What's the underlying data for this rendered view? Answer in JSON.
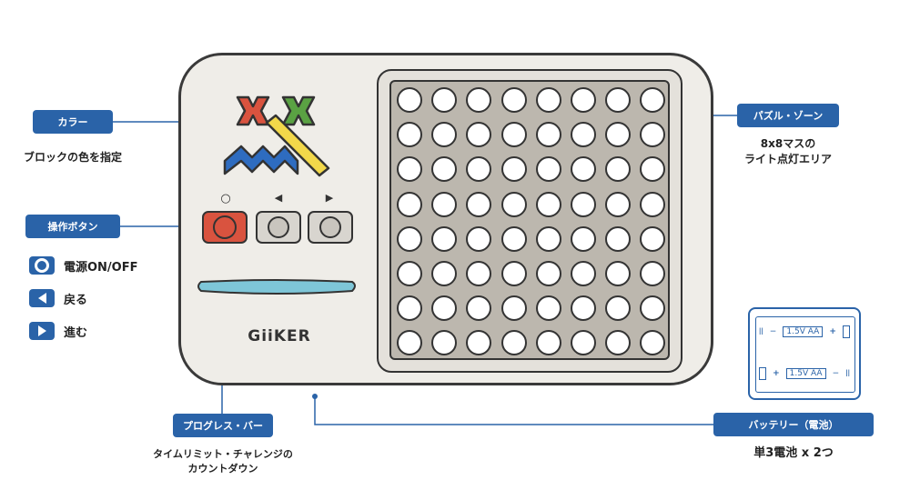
{
  "callouts": {
    "color": {
      "label": "カラー",
      "desc": "ブロックの色を指定"
    },
    "buttons": {
      "label": "操作ボタン"
    },
    "puzzle": {
      "label": "パズル・ゾーン",
      "desc_line1": "8x8マスの",
      "desc_line2": "ライト点灯エリア"
    },
    "progress": {
      "label": "プログレス・バー",
      "desc_line1": "タイムリミット・チャレンジの",
      "desc_line2": "カウントダウン"
    },
    "battery": {
      "label": "バッテリー（電池）",
      "desc": "単3電池 x 2つ"
    }
  },
  "legend": [
    {
      "icon": "circle-icon",
      "text": "電源ON/OFF"
    },
    {
      "icon": "left-triangle-icon",
      "text": "戻る"
    },
    {
      "icon": "right-triangle-icon",
      "text": "進む"
    }
  ],
  "device": {
    "brand": "GiiKER",
    "button_symbols": [
      "○",
      "◀",
      "▶"
    ],
    "grid_rows": 8,
    "grid_cols": 8
  },
  "battery_box": {
    "cell1_text": "1.5V AA",
    "cell2_text": "1.5V AA",
    "plus": "+",
    "minus": "−"
  },
  "colors": {
    "accent": "#2a63a8",
    "device_body": "#efede8",
    "grid_panel": "#bcb7ae",
    "red_block": "#d9533f",
    "green_block": "#5aa243",
    "blue_block": "#2e6cc0",
    "yellow_block": "#f2d84a",
    "progress_bar": "#7ec6d8"
  }
}
